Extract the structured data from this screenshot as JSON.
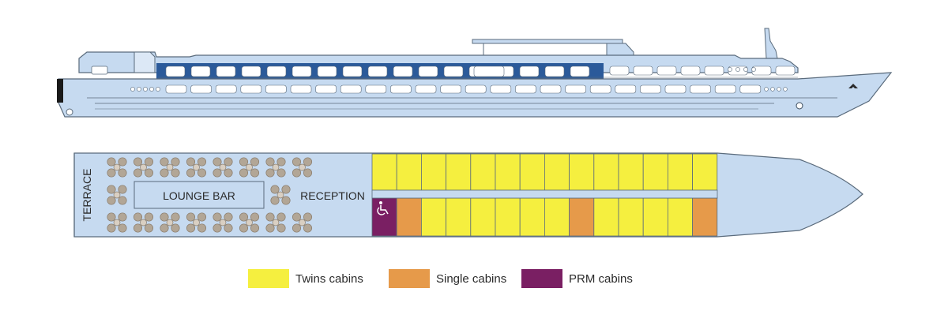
{
  "deck_plan": {
    "labels": {
      "terrace": "TERRACE",
      "lounge_bar": "LOUNGE BAR",
      "reception": "RECEPTION"
    },
    "cabins": {
      "top_row": [
        "twin",
        "twin",
        "twin",
        "twin",
        "twin",
        "twin",
        "twin",
        "twin",
        "twin",
        "twin",
        "twin",
        "twin",
        "twin",
        "twin"
      ],
      "bottom_row": [
        "prm",
        "single",
        "twin",
        "twin",
        "twin",
        "twin",
        "twin",
        "twin",
        "single",
        "twin",
        "twin",
        "twin",
        "twin",
        "single"
      ]
    },
    "accessible_icon": "wheelchair-icon"
  },
  "legend": [
    {
      "key": "twin",
      "label": "Twins cabins",
      "color": "#f5ef3f"
    },
    {
      "key": "single",
      "label": "Single cabins",
      "color": "#e69a4a"
    },
    {
      "key": "prm",
      "label": "PRM cabins",
      "color": "#7a1f63"
    }
  ],
  "colors": {
    "hull": "#c6daf0",
    "outline": "#5a6b7c",
    "window_band": "#2b5a9a",
    "table": "#b2a696",
    "table_outline": "#8a7d6d"
  }
}
